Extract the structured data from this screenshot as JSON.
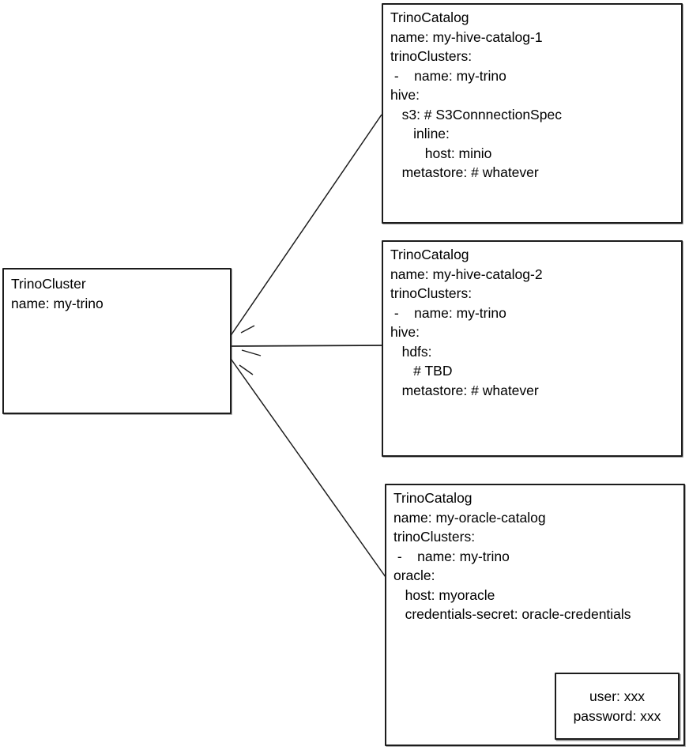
{
  "cluster_box": {
    "lines": [
      "TrinoCluster",
      "name: my-trino"
    ]
  },
  "catalog_boxes": [
    {
      "lines": [
        "TrinoCatalog",
        "name: my-hive-catalog-1",
        "trinoClusters:",
        " -    name: my-trino",
        "hive:",
        "   s3: # S3ConnnectionSpec",
        "      inline:",
        "         host: minio",
        "   metastore: # whatever"
      ]
    },
    {
      "lines": [
        "TrinoCatalog",
        "name: my-hive-catalog-2",
        "trinoClusters:",
        " -    name: my-trino",
        "hive:",
        "   hdfs:",
        "      # TBD",
        "   metastore: # whatever"
      ]
    },
    {
      "lines": [
        "TrinoCatalog",
        "name: my-oracle-catalog",
        "trinoClusters:",
        " -    name: my-trino",
        "oracle:",
        "   host: myoracle",
        "   credentials-secret: oracle-credentials"
      ]
    }
  ],
  "secret_box": {
    "lines": [
      "user: xxx",
      "password: xxx"
    ]
  },
  "colors": {
    "background": "#ffffff",
    "stroke": "#1c1c1c",
    "text": "#000000"
  }
}
